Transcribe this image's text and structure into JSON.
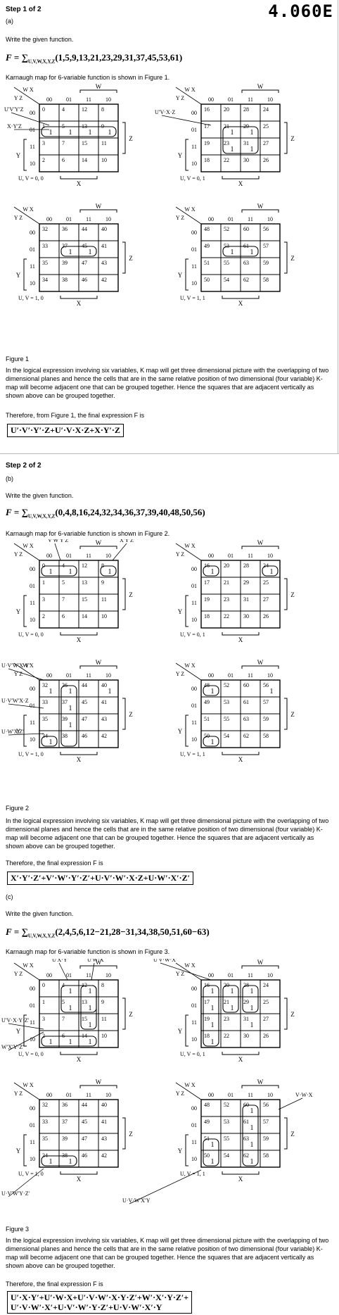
{
  "header": {
    "code": "4.060E"
  },
  "step1": {
    "title": "Step 1 of 2",
    "part": "(a)",
    "write": "Write the given function.",
    "F": "F",
    "sum": "= ∑",
    "sub": "U,V,W,X,Y,Z",
    "terms": "(1,5,9,13,21,23,29,31,37,45,53,61)",
    "kmap_intro": "Karnaugh map for 6-variable function is shown in Figure 1.",
    "figure_caption": "Figure 1",
    "explanation": "In the logical expression involving six variables, K map will get three dimensional picture with the overlapping of two dimensional planes and hence the cells that are in the same relative position of two dimensional (four variable) K-map will become adjacent one that can be grouped together. Hence the squares that are adjacent vertically as shown above can be grouped together.",
    "therefore": "Therefore, from Figure 1, the final expression F is",
    "answer": "U′·V′·Y′·Z+U′·V·X·Z+X·Y′·Z",
    "labels": [
      "U′V′Y′Z",
      "X·Y′Z",
      "U′V·X·Z"
    ],
    "maps": [
      {
        "caption": "U, V = 0, 0",
        "cells": [
          [
            "0",
            "4",
            "12",
            "8"
          ],
          [
            "1",
            "5",
            "13",
            "9"
          ],
          [
            "3",
            "7",
            "15",
            "11"
          ],
          [
            "2",
            "6",
            "14",
            "10"
          ]
        ],
        "ones": [
          [
            1,
            0
          ],
          [
            1,
            1
          ],
          [
            1,
            2
          ],
          [
            1,
            3
          ]
        ]
      },
      {
        "caption": "U, V = 0, 1",
        "cells": [
          [
            "16",
            "20",
            "28",
            "24"
          ],
          [
            "17",
            "21",
            "29",
            "25"
          ],
          [
            "19",
            "23",
            "31",
            "27"
          ],
          [
            "18",
            "22",
            "30",
            "26"
          ]
        ],
        "ones": [
          [
            1,
            1
          ],
          [
            1,
            2
          ],
          [
            2,
            1
          ],
          [
            2,
            2
          ]
        ]
      },
      {
        "caption": "U, V = 1, 0",
        "cells": [
          [
            "32",
            "36",
            "44",
            "40"
          ],
          [
            "33",
            "37",
            "45",
            "41"
          ],
          [
            "35",
            "39",
            "47",
            "43"
          ],
          [
            "34",
            "38",
            "46",
            "42"
          ]
        ],
        "ones": [
          [
            1,
            1
          ],
          [
            1,
            2
          ]
        ]
      },
      {
        "caption": "U, V = 1, 1",
        "cells": [
          [
            "48",
            "52",
            "60",
            "56"
          ],
          [
            "49",
            "53",
            "61",
            "57"
          ],
          [
            "51",
            "55",
            "63",
            "59"
          ],
          [
            "50",
            "54",
            "62",
            "58"
          ]
        ],
        "ones": [
          [
            1,
            1
          ],
          [
            1,
            2
          ]
        ]
      }
    ]
  },
  "step2": {
    "title": "Step 2 of 2",
    "partb": "(b)",
    "write": "Write the given function.",
    "F": "F",
    "sum": "= ∑",
    "sub": "U,V,W,X,Y,Z",
    "terms": "(0,4,8,16,24,32,34,36,37,39,40,48,50,56)",
    "kmap_intro": "Karnaugh map for 6-variable function is shown in Figure 2.",
    "figure_caption": "Figure 2",
    "explanation": "In the logical expression involving six variables, K map will get three dimensional picture with the overlapping of two dimensional planes and hence the cells that are in the same relative position of two dimensional (four variable) K-map will become adjacent one that can be grouped together. Hence the squares that are adjacent vertically as shown above can be grouped together.",
    "therefore": "Therefore, the final expression F is",
    "answer": "X′·Y′·Z′+V′·W′·Y′·Z′+U·V′·W′·X·Z+U·W′·X′·Z′",
    "labels": [
      "V′W′Y′Z′",
      "X′Y′Z′",
      "U·V′W′X·Y′",
      "U·V′W′X·Z",
      "U·W′X′Z′"
    ],
    "maps": [
      {
        "caption": "U, V = 0, 0",
        "cells": [
          [
            "0",
            "4",
            "12",
            "8"
          ],
          [
            "1",
            "5",
            "13",
            "9"
          ],
          [
            "3",
            "7",
            "15",
            "11"
          ],
          [
            "2",
            "6",
            "14",
            "10"
          ]
        ],
        "ones": [
          [
            0,
            0
          ],
          [
            0,
            1
          ],
          [
            0,
            3
          ]
        ]
      },
      {
        "caption": "U, V = 0, 1",
        "cells": [
          [
            "16",
            "20",
            "28",
            "24"
          ],
          [
            "17",
            "21",
            "29",
            "25"
          ],
          [
            "19",
            "23",
            "31",
            "27"
          ],
          [
            "18",
            "22",
            "30",
            "26"
          ]
        ],
        "ones": [
          [
            0,
            0
          ],
          [
            0,
            3
          ]
        ]
      },
      {
        "caption": "U, V = 1, 0",
        "cells": [
          [
            "32",
            "36",
            "44",
            "40"
          ],
          [
            "33",
            "37",
            "45",
            "41"
          ],
          [
            "35",
            "39",
            "47",
            "43"
          ],
          [
            "34",
            "38",
            "46",
            "42"
          ]
        ],
        "ones": [
          [
            0,
            0
          ],
          [
            0,
            1
          ],
          [
            1,
            1
          ],
          [
            2,
            1
          ],
          [
            3,
            0
          ],
          [
            0,
            3
          ]
        ]
      },
      {
        "caption": "U, V = 1, 1",
        "cells": [
          [
            "48",
            "52",
            "60",
            "56"
          ],
          [
            "49",
            "53",
            "61",
            "57"
          ],
          [
            "51",
            "55",
            "63",
            "59"
          ],
          [
            "50",
            "54",
            "62",
            "58"
          ]
        ],
        "ones": [
          [
            0,
            0
          ],
          [
            3,
            0
          ],
          [
            0,
            3
          ]
        ]
      }
    ],
    "partc": "(c)",
    "write_c": "Write the given function.",
    "terms_c": "(2,4,5,6,12−21,28−31,34,38,50,51,60−63)",
    "kmap_intro_c": "Karnaugh map for 6-variable function is shown in Figure 3.",
    "figure_caption_c": "Figure 3",
    "explanation_c": "In the logical expression involving six variables, K map will get three dimensional picture with the overlapping of two dimensional planes and hence the cells that are in the same relative position of two dimensional (four variable) K-map will become adjacent one that can be grouped together. Hence the squares that are adjacent vertically as shown above can be grouped together.",
    "therefore_c": "Therefore, the final expression F is",
    "answer_c1": "U′·X·Y′+U′·W·X+U′·V·W′·X·Y·Z′+W′·X′·Y·Z′+",
    "answer_c2": "U′·V·W′·X′+U·V′·W′·Y·Z′+U·V·W′·X′·Y",
    "labels_c": [
      "U′X·Y′",
      "U′W·X",
      "U′V·W·X′",
      "U′V·X·Y·Z′",
      "W′X′Y·Z′",
      "V·W·X",
      "U·V′W′Y·Z′",
      "U·V·W′X′Y"
    ],
    "maps_c": [
      {
        "caption": "U, V = 0, 0",
        "cells": [
          [
            "0",
            "4",
            "12",
            "8"
          ],
          [
            "1",
            "5",
            "13",
            "9"
          ],
          [
            "3",
            "7",
            "15",
            "11"
          ],
          [
            "2",
            "6",
            "14",
            "10"
          ]
        ],
        "ones": [
          [
            0,
            1
          ],
          [
            0,
            2
          ],
          [
            1,
            1
          ],
          [
            1,
            2
          ],
          [
            2,
            2
          ],
          [
            3,
            0
          ],
          [
            3,
            1
          ],
          [
            3,
            2
          ]
        ]
      },
      {
        "caption": "U, V = 0, 1",
        "cells": [
          [
            "16",
            "20",
            "28",
            "24"
          ],
          [
            "17",
            "21",
            "29",
            "25"
          ],
          [
            "19",
            "23",
            "31",
            "27"
          ],
          [
            "18",
            "22",
            "30",
            "26"
          ]
        ],
        "ones": [
          [
            0,
            0
          ],
          [
            0,
            1
          ],
          [
            0,
            2
          ],
          [
            1,
            0
          ],
          [
            1,
            1
          ],
          [
            1,
            2
          ],
          [
            2,
            0
          ],
          [
            2,
            2
          ],
          [
            3,
            0
          ]
        ]
      },
      {
        "caption": "U, V = 1, 0",
        "cells": [
          [
            "32",
            "36",
            "44",
            "40"
          ],
          [
            "33",
            "37",
            "45",
            "41"
          ],
          [
            "35",
            "39",
            "47",
            "43"
          ],
          [
            "34",
            "38",
            "46",
            "42"
          ]
        ],
        "ones": [
          [
            3,
            0
          ],
          [
            3,
            1
          ]
        ]
      },
      {
        "caption": "U, V = 1, 1",
        "cells": [
          [
            "48",
            "52",
            "60",
            "56"
          ],
          [
            "49",
            "53",
            "61",
            "57"
          ],
          [
            "51",
            "55",
            "63",
            "59"
          ],
          [
            "50",
            "54",
            "62",
            "58"
          ]
        ],
        "ones": [
          [
            0,
            2
          ],
          [
            1,
            2
          ],
          [
            2,
            0
          ],
          [
            2,
            2
          ],
          [
            3,
            0
          ],
          [
            3,
            2
          ]
        ]
      }
    ],
    "map_headers": {
      "wx": "W X",
      "yz": "Y Z",
      "cols": [
        "00",
        "01",
        "11",
        "10"
      ],
      "rows": [
        "00",
        "01",
        "11",
        "10"
      ],
      "W": "W",
      "X": "X",
      "Y": "Y",
      "Z": "Z"
    }
  }
}
